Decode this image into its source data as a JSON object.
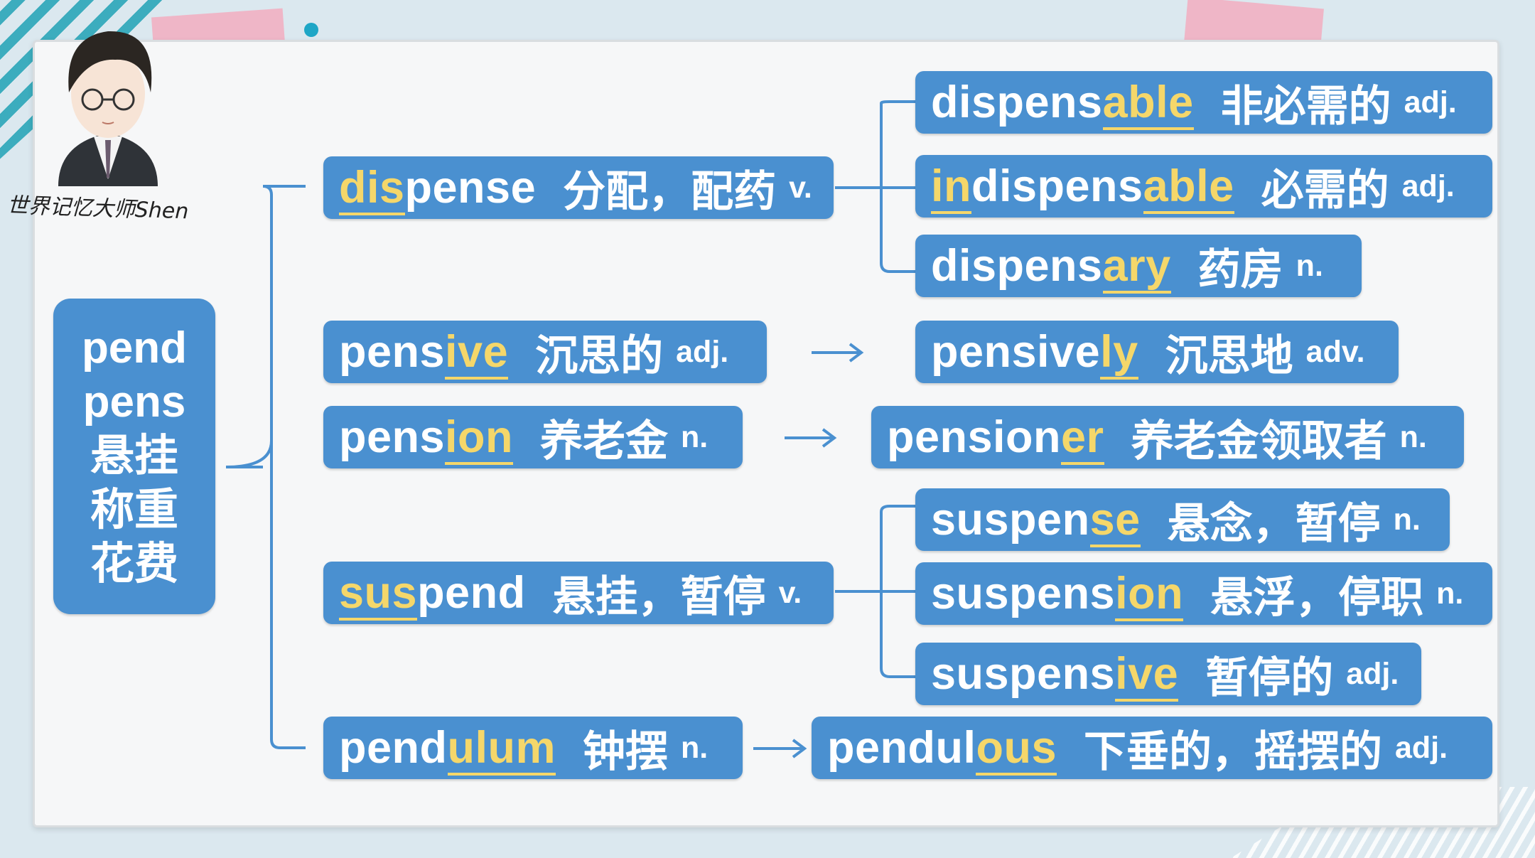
{
  "root": {
    "lines": [
      "pend",
      "pens",
      "悬挂",
      "称重",
      "花费"
    ]
  },
  "nodes": [
    {
      "segments": [
        {
          "t": "dis",
          "hl": true
        },
        {
          "t": "pense",
          "hl": false
        }
      ],
      "meaning": "分配，配药",
      "pos": "v."
    },
    {
      "segments": [
        {
          "t": "pens",
          "hl": false
        },
        {
          "t": "ive",
          "hl": true
        }
      ],
      "meaning": "沉思的",
      "pos": "adj."
    },
    {
      "segments": [
        {
          "t": "pens",
          "hl": false
        },
        {
          "t": "ion",
          "hl": true
        }
      ],
      "meaning": "养老金",
      "pos": "n."
    },
    {
      "segments": [
        {
          "t": "sus",
          "hl": true
        },
        {
          "t": "pend",
          "hl": false
        }
      ],
      "meaning": "悬挂，暂停",
      "pos": "v."
    },
    {
      "segments": [
        {
          "t": "pend",
          "hl": false
        },
        {
          "t": "ulum",
          "hl": true
        }
      ],
      "meaning": "钟摆",
      "pos": "n."
    },
    {
      "segments": [
        {
          "t": "dispens",
          "hl": false
        },
        {
          "t": "able",
          "hl": true
        }
      ],
      "meaning": "非必需的",
      "pos": "adj."
    },
    {
      "segments": [
        {
          "t": "in",
          "hl": true
        },
        {
          "t": "dispens",
          "hl": false
        },
        {
          "t": "able",
          "hl": true
        }
      ],
      "meaning": "必需的",
      "pos": "adj."
    },
    {
      "segments": [
        {
          "t": "dispens",
          "hl": false
        },
        {
          "t": "ary",
          "hl": true
        }
      ],
      "meaning": "药房",
      "pos": "n."
    },
    {
      "segments": [
        {
          "t": "pensive",
          "hl": false
        },
        {
          "t": "ly",
          "hl": true
        }
      ],
      "meaning": "沉思地",
      "pos": "adv."
    },
    {
      "segments": [
        {
          "t": "pension",
          "hl": false
        },
        {
          "t": "er",
          "hl": true
        }
      ],
      "meaning": "养老金领取者",
      "pos": "n."
    },
    {
      "segments": [
        {
          "t": "suspen",
          "hl": false
        },
        {
          "t": "se",
          "hl": true
        }
      ],
      "meaning": "悬念，暂停",
      "pos": "n."
    },
    {
      "segments": [
        {
          "t": "suspens",
          "hl": false
        },
        {
          "t": "ion",
          "hl": true
        }
      ],
      "meaning": "悬浮，停职",
      "pos": "n."
    },
    {
      "segments": [
        {
          "t": "suspens",
          "hl": false
        },
        {
          "t": "ive",
          "hl": true
        }
      ],
      "meaning": "暂停的",
      "pos": "adj."
    },
    {
      "segments": [
        {
          "t": "pendul",
          "hl": false
        },
        {
          "t": "ous",
          "hl": true
        }
      ],
      "meaning": "下垂的，摇摆的",
      "pos": "adj."
    }
  ],
  "brand": {
    "signature": "世界记忆大师Shen"
  },
  "colors": {
    "node": "#4a90d0",
    "highlight": "#f5d76a",
    "line": "#4a90d0",
    "board": "#f6f7f8"
  }
}
